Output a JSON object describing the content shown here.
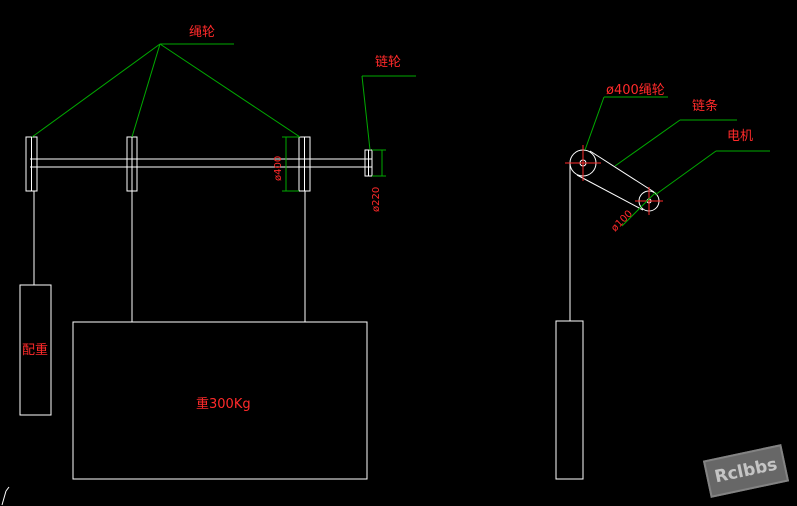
{
  "labels": {
    "rope_pulley": "绳轮",
    "sprocket": "链轮",
    "counterweight": "配重",
    "load": "重300Kg",
    "rope_pulley_400": "ø400绳轮",
    "chain": "链条",
    "motor": "电机"
  },
  "dimensions": {
    "d400": "ø400",
    "d220": "ø220",
    "d100": "ø100"
  },
  "watermark": "Rclbbs",
  "colors": {
    "background": "#000000",
    "line": "#ffffff",
    "leader": "#00aa00",
    "text": "#ff2a2a"
  }
}
